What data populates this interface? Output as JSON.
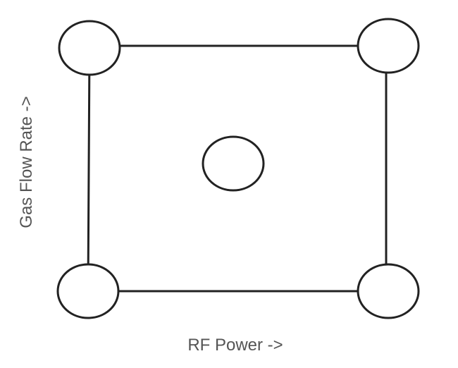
{
  "diagram": {
    "xlabel": "RF Power ->",
    "ylabel": "Gas Flow Rate ->",
    "nodes": [
      {
        "id": "low-power-high-flow"
      },
      {
        "id": "high-power-high-flow"
      },
      {
        "id": "center-point"
      },
      {
        "id": "low-power-low-flow"
      },
      {
        "id": "high-power-low-flow"
      }
    ]
  },
  "colors": {
    "stroke": "#222222",
    "label": "#555555",
    "background": "#ffffff"
  }
}
